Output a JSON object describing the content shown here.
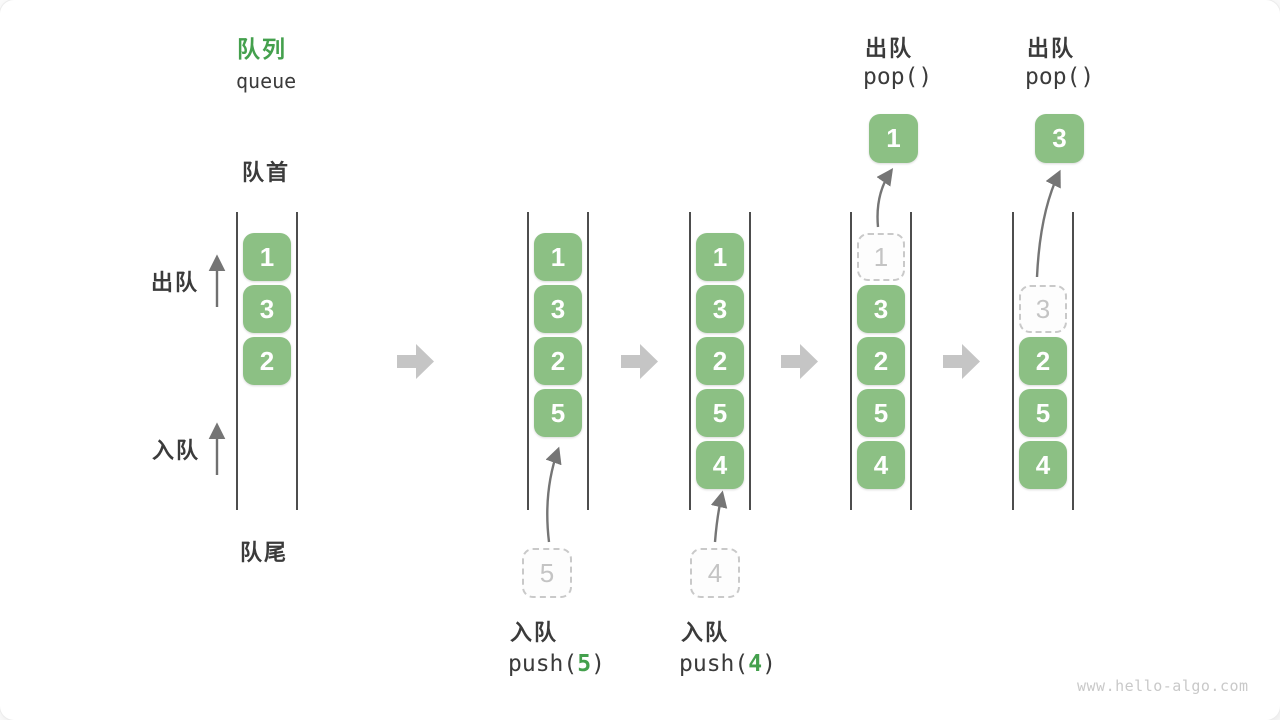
{
  "title": {
    "zh": "队列",
    "en": "queue"
  },
  "side_labels": {
    "front": "队首",
    "rear": "队尾",
    "dequeue": "出队",
    "enqueue": "入队"
  },
  "colors": {
    "accent_green": "#44a04d",
    "box_green": "#8cc084",
    "text_dark": "#3b3b3b",
    "block_arrow_gray": "#c5c5c5",
    "thin_arrow_gray": "#757575",
    "dashed_gray": "#c9c9c9"
  },
  "states": [
    {
      "name": "initial",
      "slots": [
        "1",
        "3",
        "2"
      ]
    },
    {
      "name": "after-push-5",
      "slots": [
        "1",
        "3",
        "2",
        "5"
      ],
      "pending": "5",
      "action": {
        "title": "入队",
        "code_open": "push(",
        "arg": "5",
        "code_close": ")"
      }
    },
    {
      "name": "after-push-4",
      "slots": [
        "1",
        "3",
        "2",
        "5",
        "4"
      ],
      "pending": "4",
      "action": {
        "title": "入队",
        "code_open": "push(",
        "arg": "4",
        "code_close": ")"
      }
    },
    {
      "name": "pop-1",
      "dashed": "1",
      "slots": [
        "3",
        "2",
        "5",
        "4"
      ],
      "popped": "1",
      "op": {
        "title": "出队",
        "code": "pop()"
      }
    },
    {
      "name": "pop-3",
      "dashed": "3",
      "slots": [
        "2",
        "5",
        "4"
      ],
      "popped": "3",
      "op": {
        "title": "出队",
        "code": "pop()"
      }
    }
  ],
  "watermark": "www.hello-algo.com"
}
